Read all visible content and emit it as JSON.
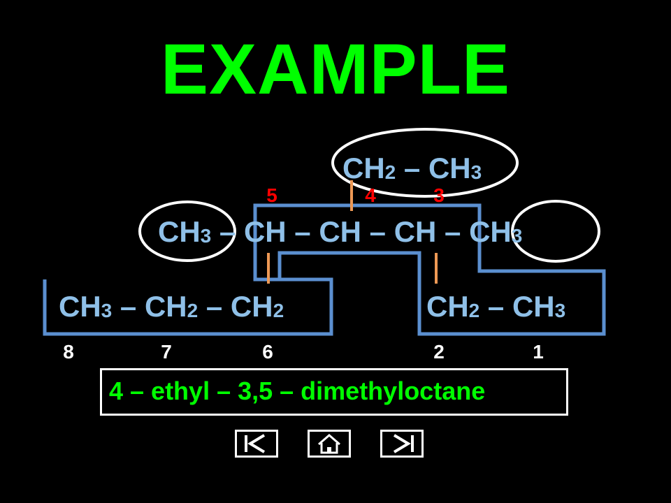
{
  "title": "EXAMPLE",
  "colors": {
    "title": "#00ff00",
    "formula_text": "#8fc0e8",
    "main_chain_box": "#5b8fd0",
    "bond_lines": "#ee9955",
    "locant_highlight": "#ff0000",
    "locant_plain": "#ffffff",
    "circle": "#ffffff",
    "name_text": "#00ff00",
    "background": "#000000"
  },
  "formulas": {
    "top_branch": {
      "a": "CH",
      "a_sub": "2",
      "bond": " – ",
      "b": "CH",
      "b_sub": "3"
    },
    "middle": {
      "g1": "CH",
      "g1_sub": "3",
      "b1": " – ",
      "g2": "CH",
      "b2": " – ",
      "g3": "CH",
      "b3": " – ",
      "g4": "CH",
      "b4": " – ",
      "g5": "CH",
      "g5_sub": "3"
    },
    "bottom_left": {
      "g1": "CH",
      "g1_sub": "3",
      "b1": " – ",
      "g2": "CH",
      "g2_sub": "2",
      "b2": " – ",
      "g3": "CH",
      "g3_sub": "2"
    },
    "bottom_right": {
      "g1": "CH",
      "g1_sub": "2",
      "b1": " – ",
      "g2": "CH",
      "g2_sub": "3"
    }
  },
  "locants_top": [
    "5",
    "4",
    "3"
  ],
  "locants_bottom": [
    "8",
    "7",
    "6",
    "2",
    "1"
  ],
  "iupac_name": "4 – ethyl – 3,5 – dimethyloctane",
  "nav": {
    "first_icon": "first-slide-icon",
    "home_icon": "home-icon",
    "last_icon": "last-slide-icon"
  }
}
